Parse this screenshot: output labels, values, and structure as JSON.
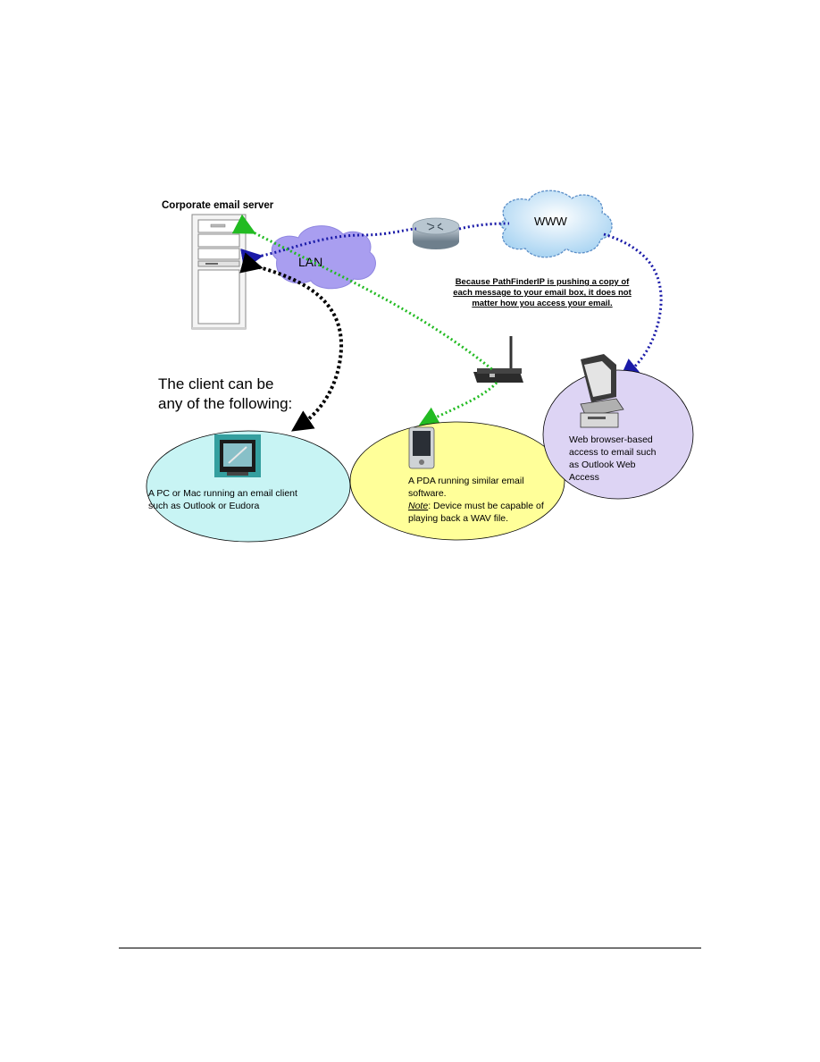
{
  "server": {
    "title": "Corporate email server"
  },
  "lan": {
    "label": "LAN"
  },
  "www": {
    "label": "WWW"
  },
  "note": {
    "lines": [
      "Because PathFinderIP is pushing a copy of",
      "each message to your email box, it does not",
      "matter how you access your email."
    ]
  },
  "client_heading": {
    "lines": [
      "The client can be",
      "any of the following:"
    ]
  },
  "pc_client": {
    "lines": [
      "A PC or Mac running an email client",
      "such as Outlook or Eudora"
    ]
  },
  "pda_client": {
    "lines": [
      "A PDA running similar email",
      "software."
    ],
    "note_label": "Note",
    "note_rest": ":  Device must be capable of",
    "note_line2": "playing back a WAV file."
  },
  "web_client": {
    "lines": [
      "Web browser-based",
      "access to email such",
      "as Outlook Web",
      "Access"
    ]
  },
  "colors": {
    "lan_blue": "#1a1aa8",
    "wireless_green": "#22bb22",
    "client_black": "#000000",
    "pc_fill": "#c8f4f4",
    "pda_fill": "#ffff99",
    "web_fill": "#ddd4f4",
    "cloud_lan": "#a99ef0",
    "cloud_www": "#bfe0f6"
  }
}
